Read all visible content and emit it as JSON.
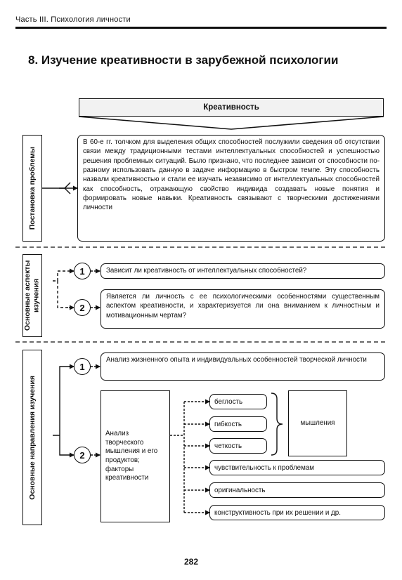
{
  "header": {
    "section": "Часть III. Психология личности"
  },
  "title": "8. Изучение креативности в зарубежной психологии",
  "diagram": {
    "top_box": "Креативность",
    "sections": [
      {
        "label": "Постановка проблемы",
        "text": "В 60-е гг. толчком для выделения общих способностей послужили сведения об отсутствии связи между традиционными тестами интеллектуальных способностей и успешностью решения проблемных ситуаций. Было признано, что последнее зависит от способности по-разному использовать данную в задаче информацию в быстром темпе. Эту способность назвали креативностью и стали ее изучать независимо от интеллектуальных способностей как способность, отражающую свойство индивида создавать новые понятия и формировать новые навыки. Креативность связывают с творческими достижениями личности"
      },
      {
        "label": "Основные аспекты изучения",
        "items": [
          {
            "num": "1",
            "text": "Зависит ли креативность от интеллектуальных способностей?"
          },
          {
            "num": "2",
            "text": "Является ли личность с ее психологическими особенностями существенным аспектом креативности, и характеризуется ли она вниманием к личностным и мотивационным чертам?"
          }
        ]
      },
      {
        "label": "Основные направления изучения",
        "item1": {
          "num": "1",
          "text": "Анализ жизненного опыта и индивидуальных особенностей творческой личности"
        },
        "item2": {
          "num": "2",
          "analysis": "Анализ творческого мышления и его продуктов; факторы креативности",
          "thinking_group": [
            "беглость",
            "гибкость",
            "четкость"
          ],
          "thinking_label": "мышления",
          "factors": [
            "чувствительность к проблемам",
            "оригинальность",
            "конструктивность при их решении и др."
          ]
        }
      }
    ]
  },
  "page_number": "282"
}
